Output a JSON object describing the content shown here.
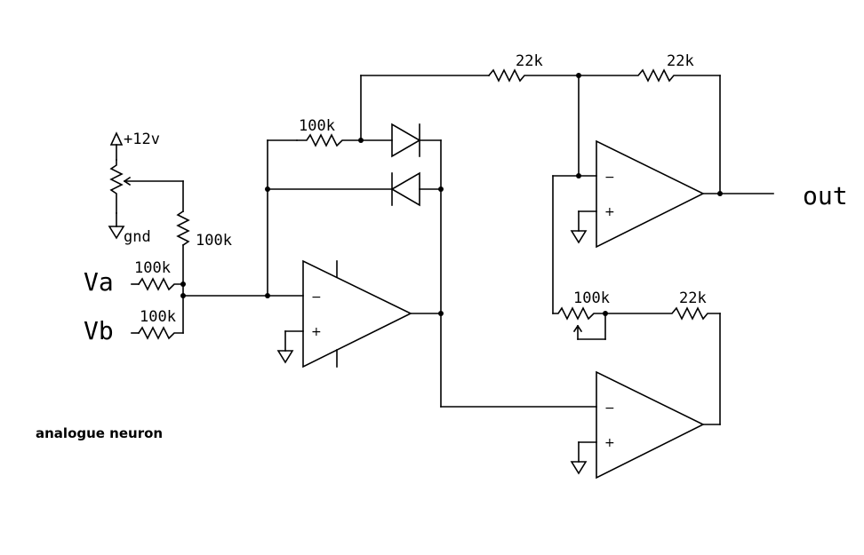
{
  "caption": "analogue neuron",
  "inputs": {
    "a": "Va",
    "b": "Vb"
  },
  "output": "out",
  "supply": {
    "positive": "+12v",
    "ground": "gnd"
  },
  "resistors": {
    "r_va": "100k",
    "r_vb": "100k",
    "r_bias": "100k",
    "r_fb": "100k",
    "r_top1": "22k",
    "r_top2": "22k",
    "r_pot": "100k",
    "r_mid": "22k"
  },
  "opamp_signs": {
    "minus": "−",
    "plus": "+"
  }
}
